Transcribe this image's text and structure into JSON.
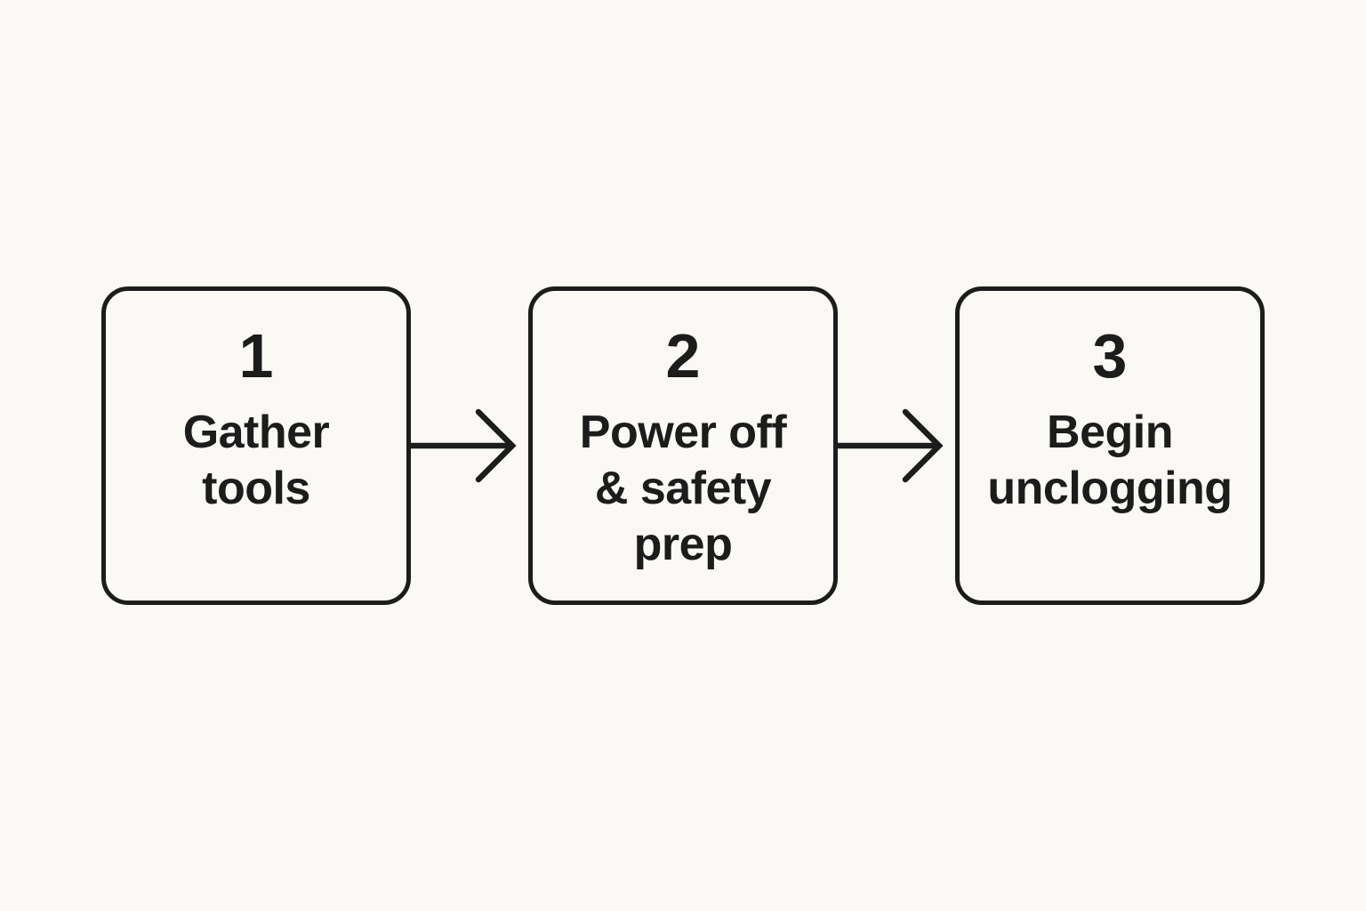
{
  "canvas": {
    "background_color": "#faf9f5",
    "ink_color": "#1c1c1c"
  },
  "flowchart": {
    "type": "process-flow",
    "direction": "left-to-right",
    "connector": "arrow-right",
    "steps": [
      {
        "number": "1",
        "label": "Gather tools",
        "label_lines": [
          "Gather",
          "tools"
        ]
      },
      {
        "number": "2",
        "label": "Power off & safety prep",
        "label_lines": [
          "Power off",
          "& safety",
          "prep"
        ]
      },
      {
        "number": "3",
        "label": "Begin unclogging",
        "label_lines": [
          "Begin",
          "unclogging"
        ]
      }
    ]
  }
}
